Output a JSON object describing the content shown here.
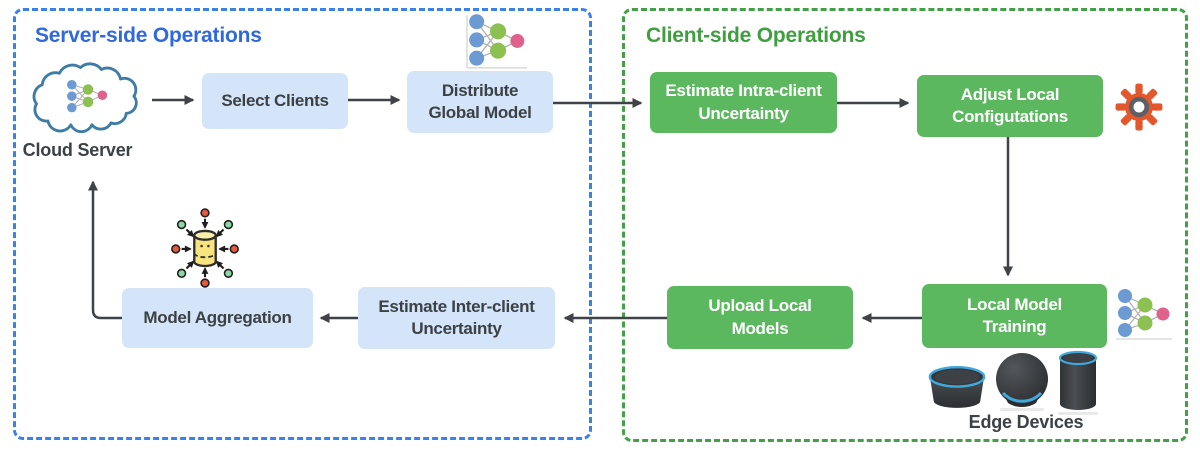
{
  "server_panel": {
    "title": "Server-side Operations",
    "cloud_label": "Cloud Server",
    "nodes": {
      "select_clients": "Select Clients",
      "distribute_global_model": "Distribute\nGlobal Model",
      "model_aggregation": "Model Aggregation",
      "estimate_inter_client": "Estimate Inter-client\nUncertainty"
    }
  },
  "client_panel": {
    "title": "Client-side Operations",
    "edge_devices_label": "Edge Devices",
    "nodes": {
      "estimate_intra_client": "Estimate Intra-client\nUncertainty",
      "adjust_local_configurations": "Adjust Local\nConfigutations",
      "local_model_training": "Local Model\nTraining",
      "upload_local_models": "Upload Local\nModels"
    }
  },
  "icons": {
    "cloud_server": "cloud-server-icon",
    "global_model": "neural-network-icon",
    "local_model": "neural-network-icon",
    "model_aggregation": "data-aggregation-icon",
    "local_configuration": "gear-icon",
    "edge_devices": [
      "echo-dot-device",
      "echo-sphere-device",
      "echo-cylinder-device"
    ]
  },
  "colors": {
    "server_accent": "#3069DD",
    "client_accent": "#3F9E3F",
    "server_box_fill": "#D4E5F9",
    "client_box_fill": "#5CB85F",
    "arrow": "#3F4348",
    "text_dark": "#3C4146",
    "gear_orange": "#E2572B",
    "database_yellow": "#F8E47E",
    "device_ring_blue": "#41A8DC",
    "nn_node_blue": "#6B9BD2",
    "nn_node_green": "#8CC152",
    "nn_node_pink": "#E0618C"
  }
}
